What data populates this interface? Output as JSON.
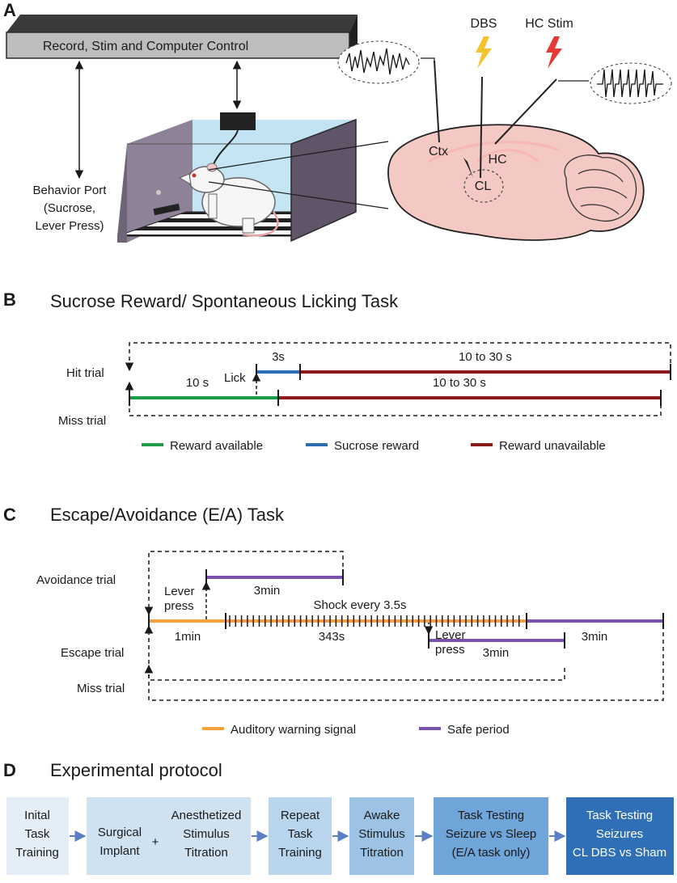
{
  "panel_a": {
    "letter": "A",
    "control_box": "Record, Stim and Computer Control",
    "behavior_port": [
      "Behavior Port",
      "(Sucrose,",
      "Lever Press)"
    ],
    "dbs": "DBS",
    "hc_stim": "HC Stim",
    "ctx": "Ctx",
    "hc": "HC",
    "cl": "CL"
  },
  "panel_b": {
    "letter": "B",
    "title": "Sucrose Reward/ Spontaneous Licking Task",
    "hit_trial": "Hit trial",
    "miss_trial": "Miss trial",
    "lick": "Lick",
    "t_3s": "3s",
    "t_10s": "10 s",
    "t_10_30_hit": "10 to 30 s",
    "t_10_30_miss": "10 to 30 s",
    "legend": [
      {
        "label": "Reward available",
        "color": "#1e9b48"
      },
      {
        "label": "Sucrose reward",
        "color": "#2e6db4"
      },
      {
        "label": "Reward unavailable",
        "color": "#8b1a1a"
      }
    ]
  },
  "panel_c": {
    "letter": "C",
    "title": "Escape/Avoidance (E/A) Task",
    "avoidance_trial": "Avoidance trial",
    "escape_trial": "Escape trial",
    "miss_trial": "Miss trial",
    "lever_press_1": [
      "Lever",
      "press"
    ],
    "lever_press_2": [
      "Lever",
      "press"
    ],
    "t_3min_avoid": "3min",
    "t_3min_escape": "3min",
    "t_3min_miss": "3min",
    "t_1min": "1min",
    "t_343s": "343s",
    "shock": "Shock every 3.5s",
    "legend": [
      {
        "label": "Auditory warning signal",
        "color": "#f5a13c"
      },
      {
        "label": "Safe period",
        "color": "#7b52ab"
      }
    ]
  },
  "panel_d": {
    "letter": "D",
    "title": "Experimental protocol",
    "plus": "+",
    "steps": [
      {
        "lines": [
          "Inital",
          "Task",
          "Training"
        ],
        "color": "#e3eef8"
      },
      {
        "lines_left": [
          "Surgical",
          "Implant"
        ],
        "lines_right": [
          "Anesthetized",
          "Stimulus",
          "Titration"
        ],
        "color": "#cfe2f2"
      },
      {
        "lines": [
          "Repeat",
          "Task",
          "Training"
        ],
        "color": "#b9d5ee"
      },
      {
        "lines": [
          "Awake",
          "Stimulus",
          "Titration"
        ],
        "color": "#9cc3e6"
      },
      {
        "lines": [
          "Task Testing",
          "Seizure vs Sleep",
          "(E/A task only)"
        ],
        "color": "#6fa5d8"
      },
      {
        "lines": [
          "Task Testing",
          "Seizures",
          "CL DBS vs Sham"
        ],
        "color": "#2f6fb5"
      }
    ]
  }
}
